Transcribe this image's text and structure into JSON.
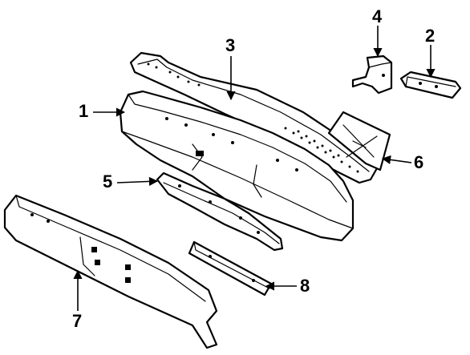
{
  "callouts": [
    {
      "num": "1"
    },
    {
      "num": "2"
    },
    {
      "num": "3"
    },
    {
      "num": "4"
    },
    {
      "num": "5"
    },
    {
      "num": "6"
    },
    {
      "num": "7"
    },
    {
      "num": "8"
    }
  ]
}
